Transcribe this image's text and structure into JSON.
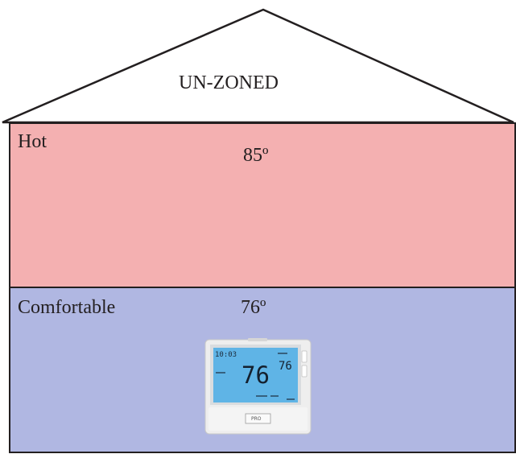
{
  "roof": {
    "label": "UN-ZONED"
  },
  "rooms": [
    {
      "label": "Hot",
      "temperature": "85º",
      "color": "#f4b0b1"
    },
    {
      "label": "Comfortable",
      "temperature": "76º",
      "color": "#b0b7e2"
    }
  ],
  "thermostat": {
    "time": "10:03",
    "indoor_temp": "76",
    "set_temp": "76",
    "brand": "PRO"
  },
  "colors": {
    "outline": "#231f20",
    "lcd": "#5fb4e6",
    "thermostat_body": "#eeeeee"
  }
}
